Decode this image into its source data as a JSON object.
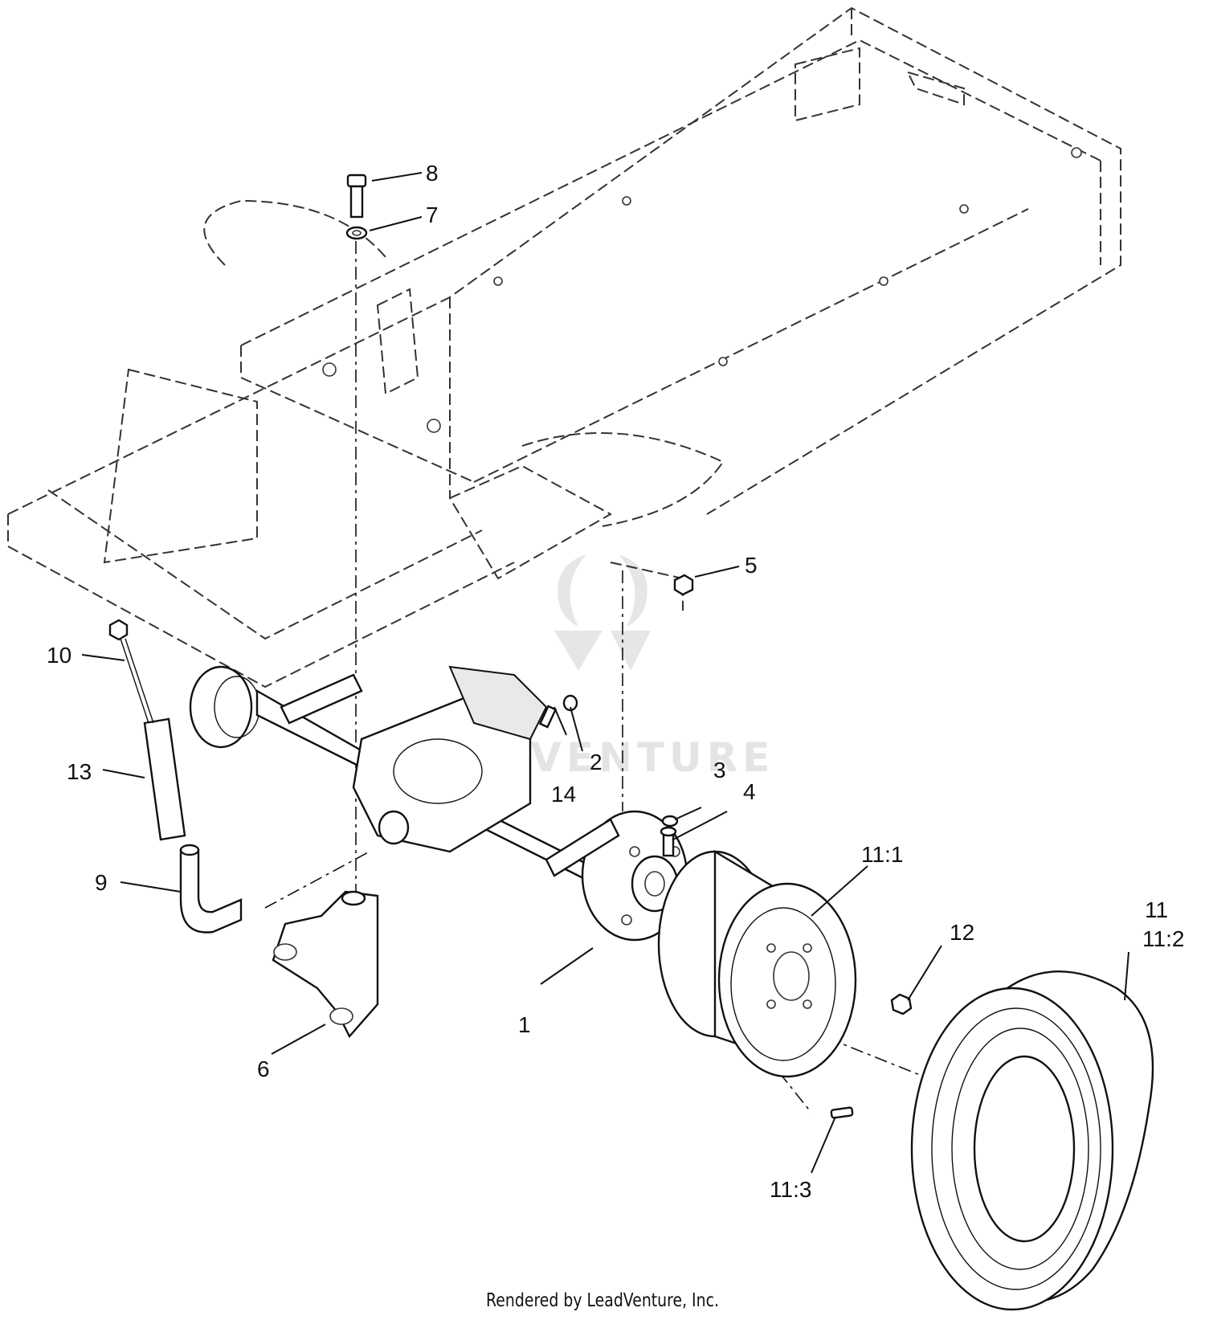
{
  "callouts": {
    "c1": "1",
    "c2": "2",
    "c3": "3",
    "c4": "4",
    "c5": "5",
    "c6": "6",
    "c7": "7",
    "c8": "8",
    "c9": "9",
    "c10": "10",
    "c11": "11",
    "c11_1": "11:1",
    "c11_2": "11:2",
    "c11_3": "11:3",
    "c12": "12",
    "c13": "13",
    "c14": "14"
  },
  "watermark": {
    "text": "LEADVENTURE"
  },
  "footer": {
    "text": "Rendered by LeadVenture, Inc."
  }
}
